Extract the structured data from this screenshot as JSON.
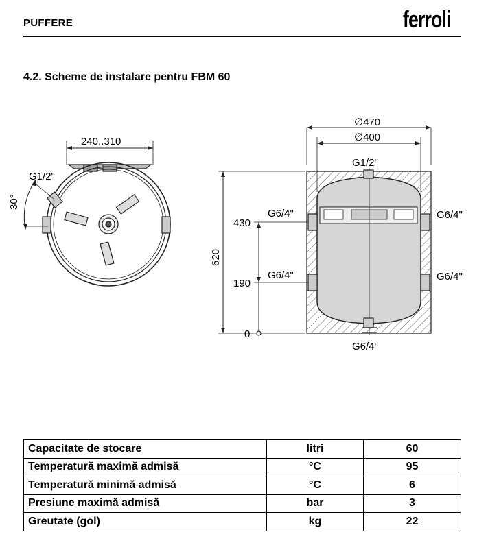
{
  "header": {
    "title": "PUFFERE",
    "brand": "ferroli"
  },
  "section": {
    "heading": "4.2. Scheme de instalare pentru FBM 60"
  },
  "drawing": {
    "top_view": {
      "width_label": "240..310",
      "connection_label": "G1/2\"",
      "angle_label": "30°"
    },
    "side_view": {
      "outer_diameter_label": "∅470",
      "inner_diameter_label": "∅400",
      "top_connection_label": "G1/2\"",
      "height_label": "620",
      "upper_height_label": "430",
      "lower_height_label": "190",
      "zero_label": "0",
      "upper_left_connection_label": "G6/4\"",
      "upper_right_connection_label": "G6/4\"",
      "lower_left_connection_label": "G6/4\"",
      "lower_right_connection_label": "G6/4\"",
      "bottom_connection_label": "G6/4\""
    }
  },
  "specs": {
    "rows": [
      {
        "label": "Capacitate de stocare",
        "unit": "litri",
        "value": "60"
      },
      {
        "label": "Temperatură maximă admisă",
        "unit": "°C",
        "value": "95"
      },
      {
        "label": "Temperatură minimă admisă",
        "unit": "°C",
        "value": "6"
      },
      {
        "label": "Presiune maximă admisă",
        "unit": "bar",
        "value": "3"
      },
      {
        "label": "Greutate (gol)",
        "unit": "kg",
        "value": "22"
      }
    ]
  }
}
